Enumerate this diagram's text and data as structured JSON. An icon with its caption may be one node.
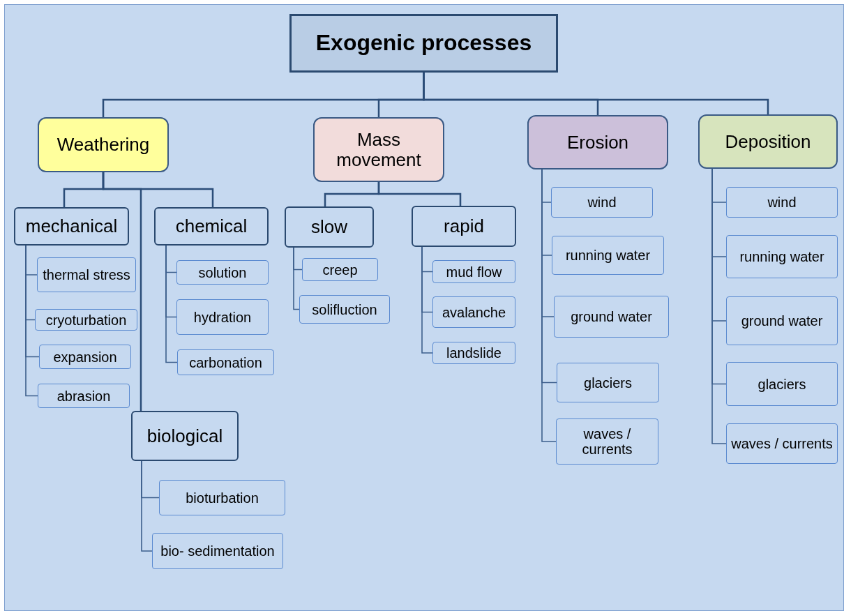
{
  "diagram": {
    "nodes": [
      {
        "text": [
          "Exogenic processes"
        ]
      },
      {
        "text": [
          "Weathering"
        ]
      },
      {
        "text": [
          "Mass movement"
        ]
      },
      {
        "text": [
          "Erosion"
        ]
      },
      {
        "text": [
          "Deposition"
        ]
      },
      {
        "text": [
          "mechanical"
        ]
      },
      {
        "text": [
          "chemical"
        ]
      },
      {
        "text": [
          "biological"
        ]
      },
      {
        "text": [
          "thermal stress"
        ]
      },
      {
        "text": [
          "cryoturbation"
        ]
      },
      {
        "text": [
          "expansion"
        ]
      },
      {
        "text": [
          "abrasion"
        ]
      },
      {
        "text": [
          "solution"
        ]
      },
      {
        "text": [
          "hydration"
        ]
      },
      {
        "text": [
          "carbonation"
        ]
      },
      {
        "text": [
          "bioturbation"
        ]
      },
      {
        "text": [
          "bio- sedimentation"
        ]
      },
      {
        "text": [
          "slow"
        ]
      },
      {
        "text": [
          "rapid"
        ]
      },
      {
        "text": [
          "creep"
        ]
      },
      {
        "text": [
          "solifluction"
        ]
      },
      {
        "text": [
          "mud flow"
        ]
      },
      {
        "text": [
          "avalanche"
        ]
      },
      {
        "text": [
          "landslide"
        ]
      },
      {
        "text": [
          "wind"
        ]
      },
      {
        "text": [
          "running water"
        ]
      },
      {
        "text": [
          "ground water"
        ]
      },
      {
        "text": [
          "glaciers"
        ]
      },
      {
        "text": [
          "waves / currents"
        ]
      },
      {
        "text": [
          "wind"
        ]
      },
      {
        "text": [
          "running water"
        ]
      },
      {
        "text": [
          "ground water"
        ]
      },
      {
        "text": [
          "glaciers"
        ]
      },
      {
        "text": [
          "waves / currents"
        ]
      }
    ],
    "edges": [
      {
        "from": 0,
        "to": 1,
        "arrow": "none"
      },
      {
        "from": 0,
        "to": 2,
        "arrow": "none"
      },
      {
        "from": 0,
        "to": 3,
        "arrow": "none"
      },
      {
        "from": 0,
        "to": 4,
        "arrow": "none"
      },
      {
        "from": 1,
        "to": 5,
        "arrow": "none"
      },
      {
        "from": 1,
        "to": 6,
        "arrow": "none"
      },
      {
        "from": 1,
        "to": 7,
        "arrow": "none"
      },
      {
        "from": 5,
        "to": 8,
        "arrow": "none"
      },
      {
        "from": 5,
        "to": 9,
        "arrow": "none"
      },
      {
        "from": 5,
        "to": 10,
        "arrow": "none"
      },
      {
        "from": 5,
        "to": 11,
        "arrow": "none"
      },
      {
        "from": 6,
        "to": 12,
        "arrow": "none"
      },
      {
        "from": 6,
        "to": 13,
        "arrow": "none"
      },
      {
        "from": 6,
        "to": 14,
        "arrow": "none"
      },
      {
        "from": 7,
        "to": 15,
        "arrow": "none"
      },
      {
        "from": 7,
        "to": 16,
        "arrow": "none"
      },
      {
        "from": 2,
        "to": 17,
        "arrow": "none"
      },
      {
        "from": 2,
        "to": 18,
        "arrow": "none"
      },
      {
        "from": 17,
        "to": 19,
        "arrow": "none"
      },
      {
        "from": 17,
        "to": 20,
        "arrow": "none"
      },
      {
        "from": 18,
        "to": 21,
        "arrow": "none"
      },
      {
        "from": 18,
        "to": 22,
        "arrow": "none"
      },
      {
        "from": 18,
        "to": 23,
        "arrow": "none"
      },
      {
        "from": 3,
        "to": 24,
        "arrow": "none"
      },
      {
        "from": 3,
        "to": 25,
        "arrow": "none"
      },
      {
        "from": 3,
        "to": 26,
        "arrow": "none"
      },
      {
        "from": 3,
        "to": 27,
        "arrow": "none"
      },
      {
        "from": 3,
        "to": 28,
        "arrow": "none"
      },
      {
        "from": 4,
        "to": 29,
        "arrow": "none"
      },
      {
        "from": 4,
        "to": 30,
        "arrow": "none"
      },
      {
        "from": 4,
        "to": 31,
        "arrow": "none"
      },
      {
        "from": 4,
        "to": 32,
        "arrow": "none"
      },
      {
        "from": 4,
        "to": 33,
        "arrow": "none"
      }
    ]
  }
}
